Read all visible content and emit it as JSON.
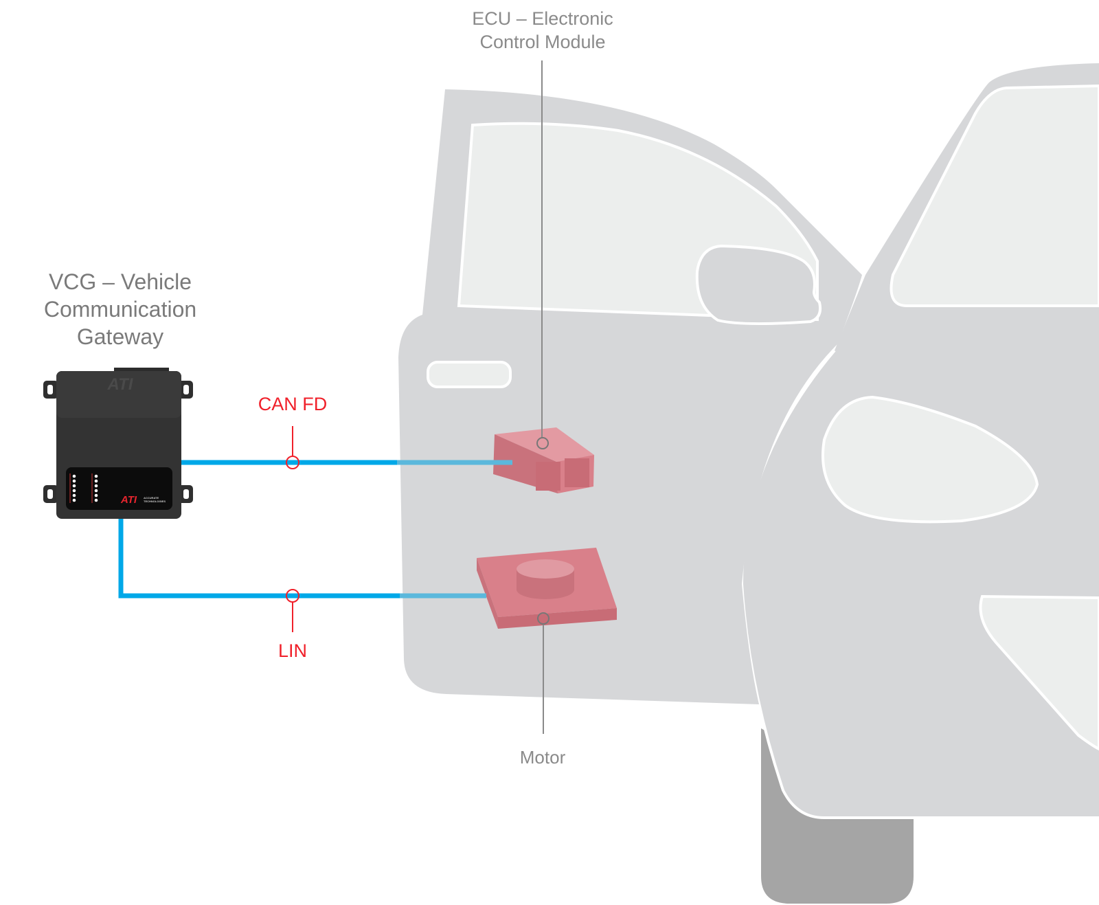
{
  "labels": {
    "ecu": [
      "ECU – Electronic",
      "Control Module"
    ],
    "vcg": [
      "VCG – Vehicle",
      "Communication",
      "Gateway"
    ],
    "can_fd": "CAN FD",
    "lin": "LIN",
    "motor": "Motor"
  },
  "device": {
    "logo_top": "ATI",
    "logo_front": "ATI",
    "logo_sub": [
      "ACCURATE",
      "TECHNOLOGIES"
    ]
  },
  "colors": {
    "bus_line": "#00a8e8",
    "annotation_red": "#f0202a",
    "component_pink": "#d9808a",
    "car_gray": "#d6d7d9"
  }
}
